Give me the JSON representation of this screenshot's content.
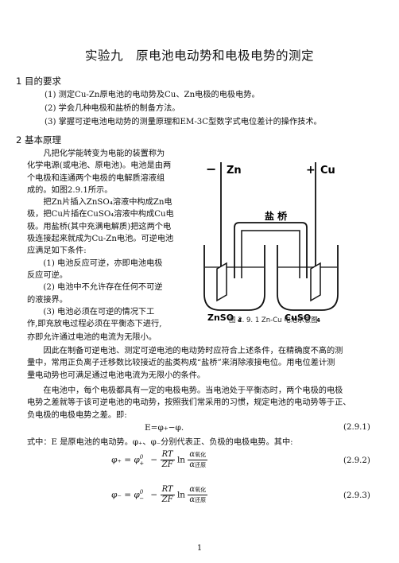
{
  "title": "实验九　原电池电动势和电极电势的测定",
  "section1": {
    "heading": "1  目的要求",
    "items": [
      "(1)  测定Cu-Zn原电池的电动势及Cu、Zn电极的电极电势。",
      "(2)  学会几种电极和盐桥的制备方法。",
      "(3)  掌握可逆电池电动势的测量原理和EM-3C型数字式电位差计的操作技术。"
    ]
  },
  "section2": {
    "heading": "2  基本原理",
    "narrow_lines": [
      "凡把化学能转变为电能的装置称为",
      "化学电源(或电池、原电池)。电池是由两",
      "个电极和连通两个电极的电解质溶液组",
      "成的。如图2.9.1所示。",
      "把Zn片插入ZnSO₄溶液中构成Zn电",
      "极，把Cu片插在CuSO₄溶液中构成Cu电",
      "极。用盐桥(其中充满电解质)把这两个电",
      "极连接起来就成为Cu-Zn电池。可逆电池",
      "应满足如下条件:",
      "(1)  电池反应可逆，亦即电池电极",
      "反应可逆。",
      "(2)  电池中不允许存在任何不可逆",
      "的液接界。",
      "(3)  电池必须在可逆的情况下工",
      "作,即充放电过程必须在平衡态下进行,",
      "亦即允许通过电池的电流为无限小。"
    ],
    "para_a": [
      "因此在制备可逆电池、测定可逆电池的电动势时应符合上述条件，在精确度不高的测",
      "量中，常用正负离子迁移数比较接近的盐类构成“盐桥”来消除液接电位。用电位差计测",
      "量电动势也可满足通过电池电流为无限小的条件。"
    ],
    "para_b": [
      "在电池中，每个电极都具有一定的电极电势。当电池处于平衡态时，两个电极的电极",
      "电势之差就等于该可逆电池的电动势，按照我们常采用的习惯，规定电池的电动势等于正、",
      "负电极的电极电势之差。即:"
    ],
    "where_line": "式中：E 是原电池的电动势。φ₊、φ₋分别代表正、负极的电极电势。其中:"
  },
  "figure": {
    "label_zn": "Zn",
    "label_cu": "Cu",
    "sign_minus": "−",
    "sign_plus": "+",
    "salt_bridge": "盐 桥",
    "label_znso4": "ZnSO",
    "label_cuso4": "CuSO",
    "sub4": "4",
    "caption": "图 2. 9. 1    Zn-Cu 电池示意图"
  },
  "equations": {
    "eq1": {
      "lhs": "E=φ",
      "tail": "−φ.",
      "num": "(2.9.1)"
    },
    "eq2": {
      "lhs": "φ₊ = φ",
      "zero": "0",
      "plus": "+",
      "minus": "−",
      "rt": "RT",
      "zf": "ZF",
      "ln": "ln",
      "alpha": "α",
      "ox": "氧化",
      "red": "还原",
      "num": "(2.9.2)"
    },
    "eq3": {
      "lhs": "φ₋ = φ",
      "zero": "0",
      "minus": "−",
      "rt": "RT",
      "zf": "ZF",
      "ln": "ln",
      "alpha": "α",
      "ox": "氧化",
      "red": "还原",
      "num": "(2.9.3)"
    }
  },
  "page_number": "1"
}
